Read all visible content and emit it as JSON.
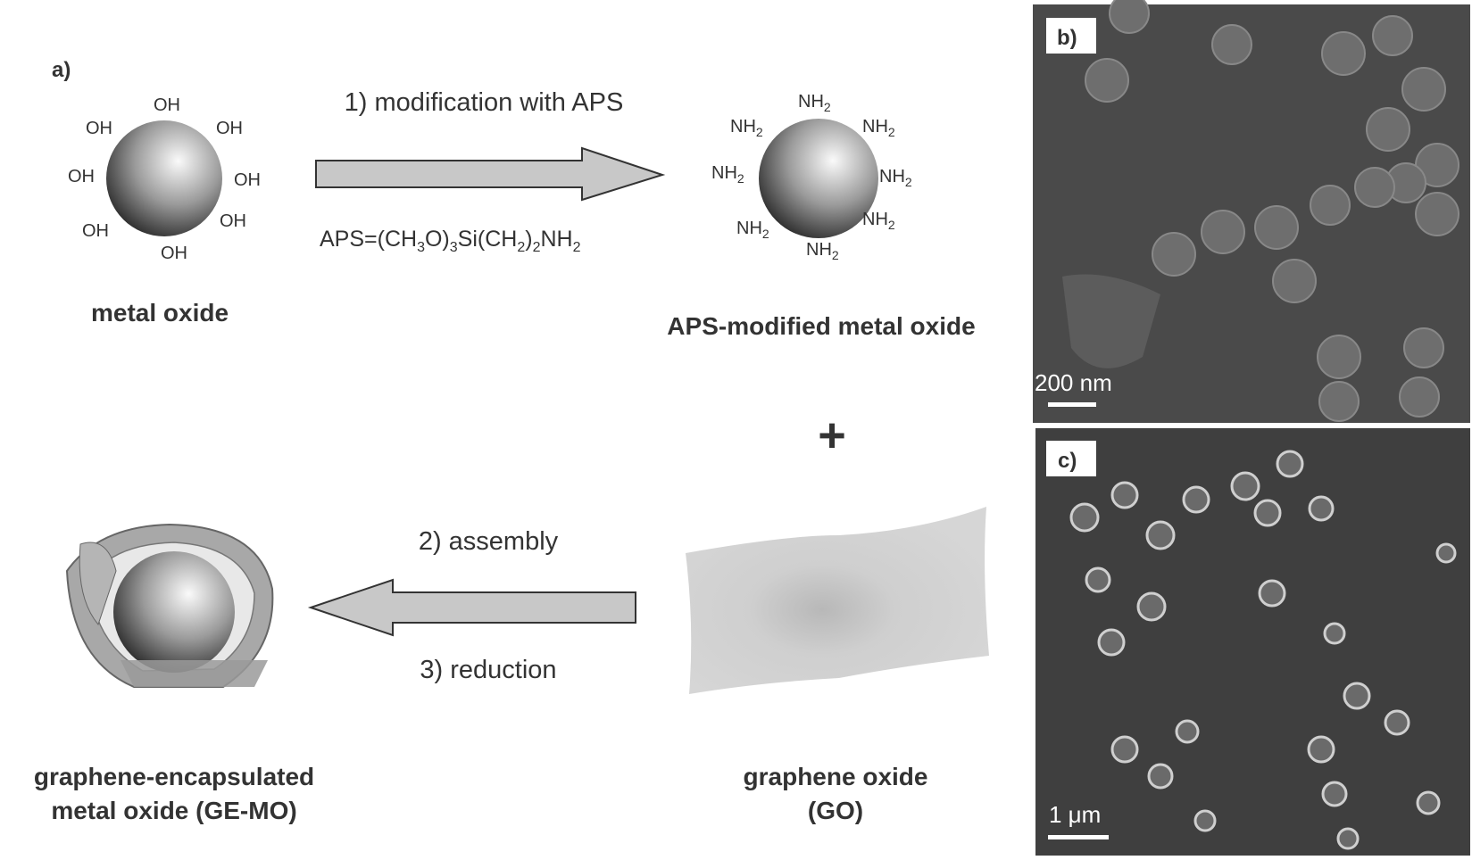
{
  "panel_a": {
    "label": "a)",
    "metal_oxide": {
      "caption": "metal oxide",
      "group": "OH"
    },
    "step1": {
      "label": "1) modification with APS",
      "formula": [
        "APS=(CH",
        "3",
        "O)",
        "3",
        "Si(CH",
        "2",
        ")",
        "2",
        "NH",
        "2"
      ]
    },
    "aps_oxide": {
      "caption": "APS-modified metal oxide",
      "group": "NH",
      "group_sub": "2"
    },
    "plus": "+",
    "step2": "2) assembly",
    "step3": "3) reduction",
    "ge_mo": {
      "caption_line1": "graphene-encapsulated",
      "caption_line2": "metal oxide (GE-MO)"
    },
    "go": {
      "caption_line1": "graphene oxide",
      "caption_line2": "(GO)"
    }
  },
  "panel_b": {
    "label": "b)",
    "scale_bar": "200 nm"
  },
  "panel_c": {
    "label": "c)",
    "scale_bar": "1 μm"
  },
  "colors": {
    "arrow_fill": "#c8c8c8",
    "sem_bg": "#4a4a4a",
    "text": "#333333"
  }
}
